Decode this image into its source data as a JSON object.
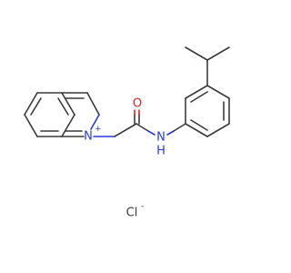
{
  "molecule": {
    "atoms": {
      "n_ring": {
        "symbol": "N",
        "charge": "+",
        "color": "#2b3ad8"
      },
      "n_amide": {
        "symbol": "N",
        "hydrogen": "H",
        "color": "#2b3ad8"
      },
      "o_carbonyl": {
        "symbol": "O",
        "color": "#e02020"
      }
    },
    "counterion": {
      "symbol": "Cl",
      "charge": "-",
      "color": "#3a3a3a"
    }
  }
}
